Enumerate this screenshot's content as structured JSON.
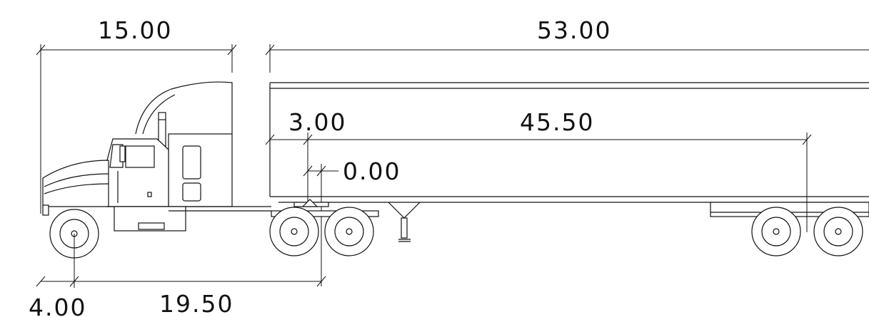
{
  "dimensions": {
    "tractor_length": "15.00",
    "trailer_length": "53.00",
    "kingpin_setback": "3.00",
    "kingpin_to_axle": "45.50",
    "fifth_wheel_offset": "0.00",
    "front_overhang": "4.00",
    "tractor_wheelbase": "19.50"
  },
  "colors": {
    "line": "#111111",
    "background": "#ffffff"
  }
}
